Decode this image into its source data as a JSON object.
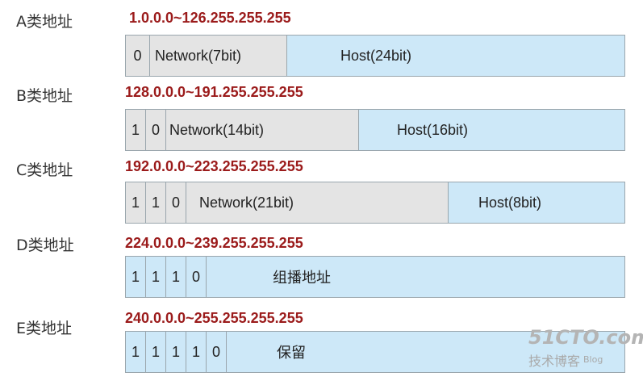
{
  "classes": [
    {
      "label": "A类地址",
      "range": "1.0.0.0~126.255.255.255",
      "bits": [
        "0"
      ],
      "network": "Network(7bit)",
      "host": "Host(24bit)"
    },
    {
      "label": "B类地址",
      "range": "128.0.0.0~191.255.255.255",
      "bits": [
        "1",
        "0"
      ],
      "network": "Network(14bit)",
      "host": "Host(16bit)"
    },
    {
      "label": "C类地址",
      "range": "192.0.0.0~223.255.255.255",
      "bits": [
        "1",
        "1",
        "0"
      ],
      "network": "Network(21bit)",
      "host": "Host(8bit)"
    },
    {
      "label": "D类地址",
      "range": "224.0.0.0~239.255.255.255",
      "bits": [
        "1",
        "1",
        "1",
        "0"
      ],
      "rest": "组播地址"
    },
    {
      "label": "E类地址",
      "range": "240.0.0.0~255.255.255.255",
      "bits": [
        "1",
        "1",
        "1",
        "1",
        "0"
      ],
      "rest": "保留"
    }
  ],
  "watermark": {
    "site": "51CTO.com",
    "tagline": "技术博客",
    "blog": "Blog"
  },
  "colors": {
    "range_text": "#9b1b1b",
    "network_fill": "#e4e4e4",
    "host_fill": "#cde8f8",
    "border": "#9aa6ad"
  }
}
